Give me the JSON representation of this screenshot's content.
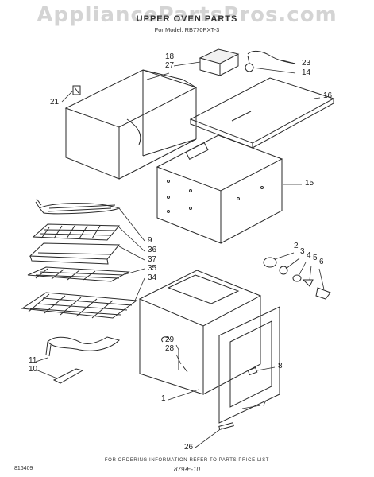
{
  "watermark": "AppliancePartsPros.com",
  "title": "UPPER OVEN PARTS",
  "model_line": "For Model: RB770PXT-3",
  "footer_note": "FOR ORDERING INFORMATION REFER TO PARTS PRICE LIST",
  "doc_code": "816409",
  "page_number": "4",
  "date_mark": "879-E-10",
  "callouts": {
    "c18": "18",
    "c27": "27",
    "c23": "23",
    "c14": "14",
    "c21": "21",
    "c16": "16",
    "c15": "15",
    "c9": "9",
    "c36": "36",
    "c37": "37",
    "c35": "35",
    "c34": "34",
    "c2": "2",
    "c3": "3",
    "c4": "4",
    "c5": "5",
    "c6": "6",
    "c29": "29",
    "c28": "28",
    "c8": "8",
    "c11": "11",
    "c10": "10",
    "c1": "1",
    "c7": "7",
    "c26": "26"
  }
}
